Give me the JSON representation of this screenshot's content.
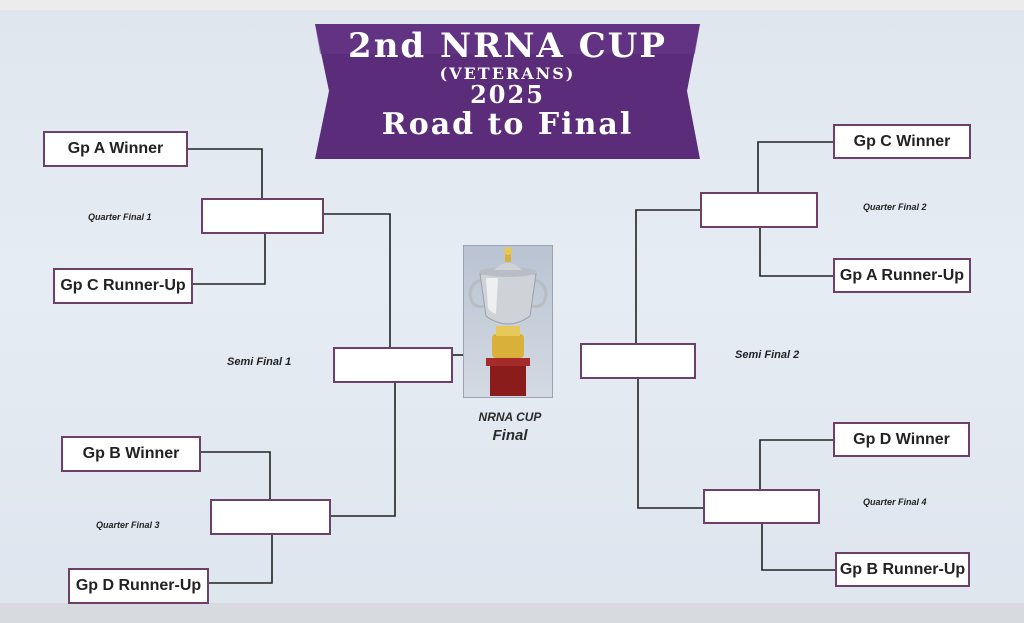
{
  "banner": {
    "line1": "2nd NRNA CUP",
    "line2": "(VETERANS)",
    "line3": "2025",
    "line4": "Road to Final",
    "color": "#5b2c7a"
  },
  "left": {
    "qf1": {
      "team1": "Gp A Winner",
      "team2": "Gp C Runner-Up",
      "label": "Quarter Final 1"
    },
    "qf3": {
      "team1": "Gp B Winner",
      "team2": "Gp D Runner-Up",
      "label": "Quarter Final 3"
    },
    "sf1": {
      "label": "Semi Final 1"
    }
  },
  "right": {
    "qf2": {
      "team1": "Gp C Winner",
      "team2": "Gp A Runner-Up",
      "label": "Quarter Final 2"
    },
    "qf4": {
      "team1": "Gp D Winner",
      "team2": "Gp B Runner-Up",
      "label": "Quarter Final 4"
    },
    "sf2": {
      "label": "Semi Final 2"
    }
  },
  "final": {
    "cup_label": "NRNA CUP",
    "label": "Final"
  },
  "colors": {
    "box_border": "#6e3f6a",
    "line": "#222222"
  }
}
